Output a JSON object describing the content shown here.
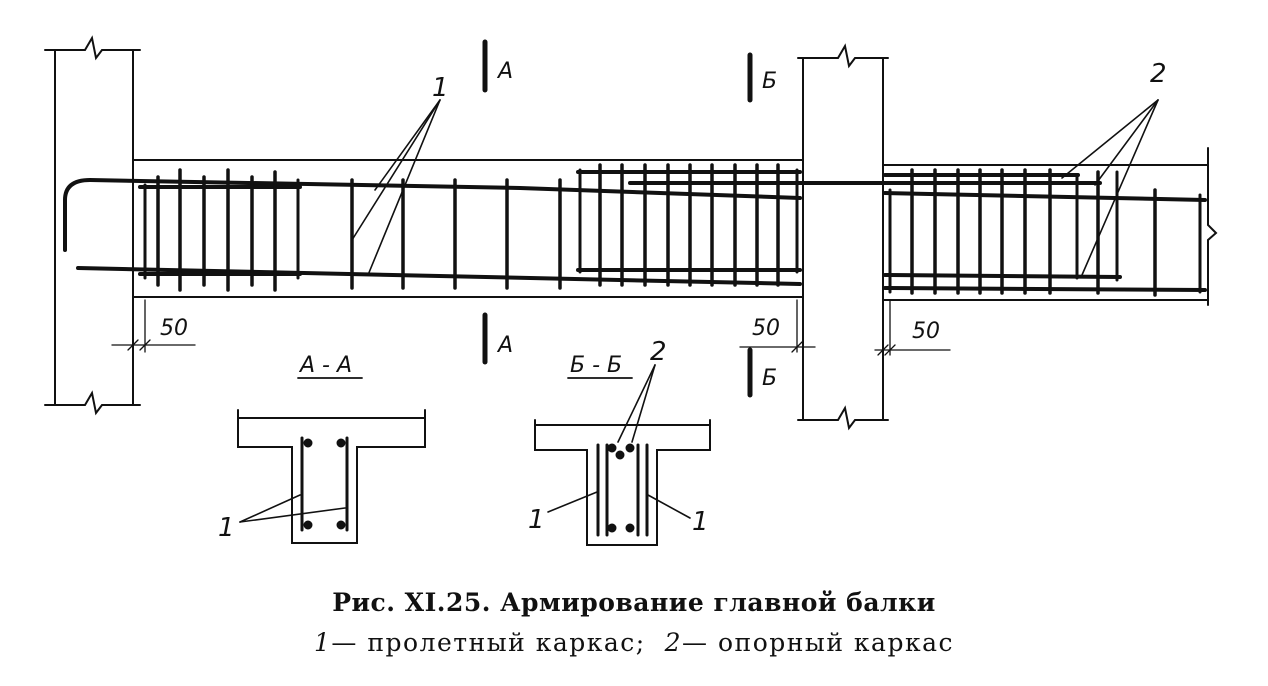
{
  "figure": {
    "caption_title": "Рис. XI.25. Армирование главной балки",
    "legend": {
      "item1_num": "1",
      "item1_text": "— пролетный каркас;",
      "item2_num": "2",
      "item2_text": "— опорный каркас"
    }
  },
  "labels": {
    "cut_a": "А",
    "cut_b": "Б",
    "section_aa": "А - А",
    "section_bb": "Б - Б",
    "frame_1": "1",
    "frame_2": "2",
    "dim_50": "50"
  }
}
